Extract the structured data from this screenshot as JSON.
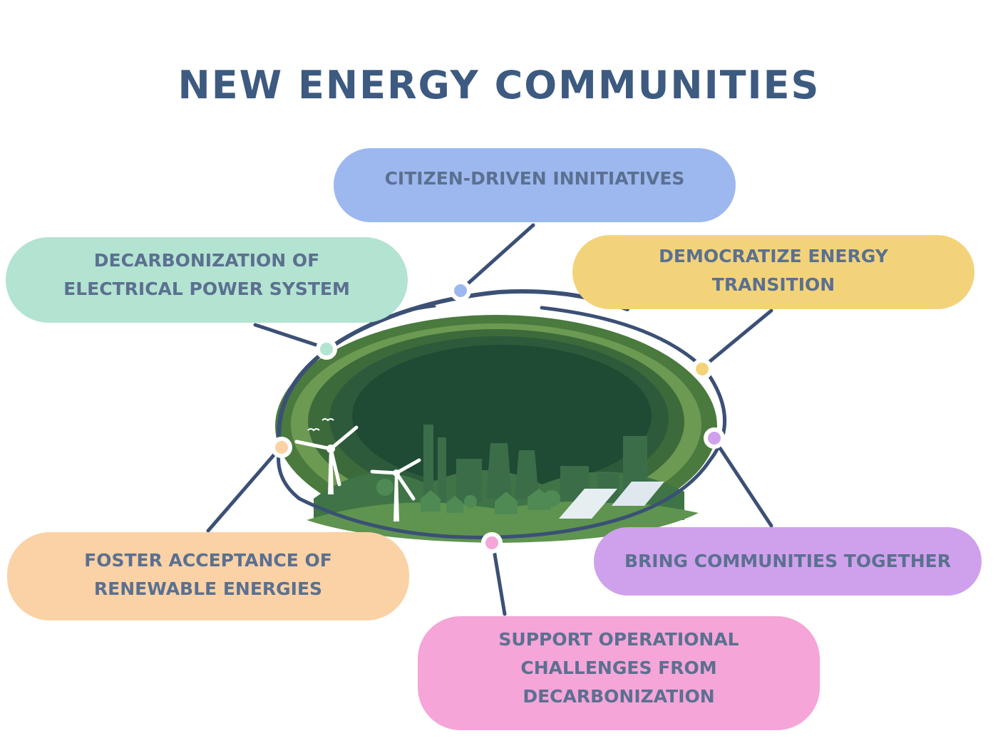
{
  "title": "NEW ENERGY COMMUNITIES",
  "colors": {
    "title": "#3d5a80",
    "text": "#5b7090",
    "connector": "#3b5075",
    "ring": "#3b5075",
    "oval_dark": "#1f4a34",
    "oval_light": "#6d9a52"
  },
  "nodes": [
    {
      "id": "citizen",
      "label": "CITIZEN-DRIVEN INNITIATIVES",
      "color": "#9db8ef"
    },
    {
      "id": "decarbonization",
      "label": "DECARBONIZATION OF\nELECTRICAL POWER SYSTEM",
      "color": "#b3e3d1"
    },
    {
      "id": "democratize",
      "label": "DEMOCRATIZE ENERGY\nTRANSITION",
      "color": "#f3d37a"
    },
    {
      "id": "foster",
      "label": "FOSTER ACCEPTANCE OF\nRENEWABLE ENERGIES",
      "color": "#fad2a6"
    },
    {
      "id": "bring",
      "label": "BRING COMMUNITIES TOGETHER",
      "color": "#cfa1ec"
    },
    {
      "id": "support",
      "label": "SUPPORT OPERATIONAL\nCHALLENGES FROM\nDECARBONIZATION",
      "color": "#f5a5d8"
    }
  ],
  "illustration": {
    "subject": "green-city-with-wind-turbines-and-solar-panels"
  }
}
